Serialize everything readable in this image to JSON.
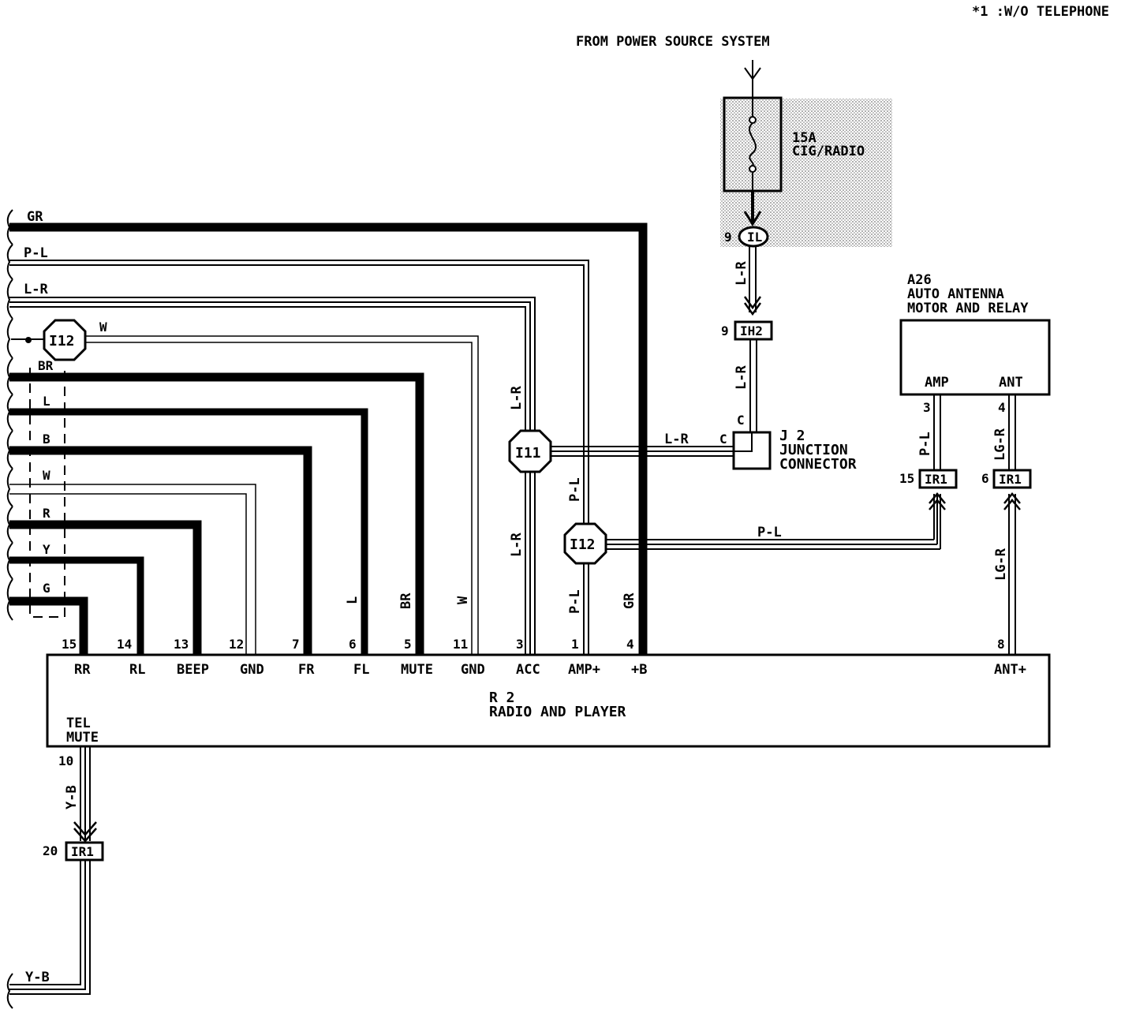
{
  "note": "*1 :W/O TELEPHONE",
  "power_source": "FROM POWER SOURCE SYSTEM",
  "fuse": {
    "rating": "15A",
    "name": "CIG/RADIO"
  },
  "connectors": {
    "il_pin": "9",
    "il_label": "IL",
    "ih2_pin": "9",
    "ih2_label": "IH2",
    "i11_label": "I11",
    "i12_label": "I12",
    "i12_left_label": "I12",
    "ir1_ant_pin": "6",
    "ir1_amp_pin": "15",
    "ir1_tel_pin": "20",
    "ir1_label": "IR1"
  },
  "junction": {
    "id": "J 2",
    "line1": "JUNCTION",
    "line2": "CONNECTOR",
    "pin_top": "C",
    "pin_left": "C"
  },
  "antenna": {
    "id": "A26",
    "line1": "AUTO ANTENNA",
    "line2": "MOTOR AND RELAY",
    "amp_label": "AMP",
    "ant_label": "ANT",
    "amp_pin": "3",
    "ant_pin": "4"
  },
  "radio": {
    "id": "R 2",
    "name": "RADIO AND PLAYER",
    "tel_line1": "TEL",
    "tel_line2": "MUTE",
    "tel_pin": "10",
    "ant_pin": "8",
    "ant_label": "ANT+",
    "pins": [
      {
        "num": "15",
        "label": "RR"
      },
      {
        "num": "14",
        "label": "RL"
      },
      {
        "num": "13",
        "label": "BEEP"
      },
      {
        "num": "12",
        "label": "GND"
      },
      {
        "num": "7",
        "label": "FR"
      },
      {
        "num": "6",
        "label": "FL"
      },
      {
        "num": "5",
        "label": "MUTE"
      },
      {
        "num": "11",
        "label": "GND"
      },
      {
        "num": "3",
        "label": "ACC"
      },
      {
        "num": "1",
        "label": "AMP+"
      },
      {
        "num": "4",
        "label": "+B"
      }
    ]
  },
  "wire_colors": {
    "gr": "GR",
    "pl": "P-L",
    "lr": "L-R",
    "w": "W",
    "br": "BR",
    "l": "L",
    "b": "B",
    "r": "R",
    "y": "Y",
    "g": "G",
    "yb": "Y-B",
    "lgr": "LG-R"
  }
}
